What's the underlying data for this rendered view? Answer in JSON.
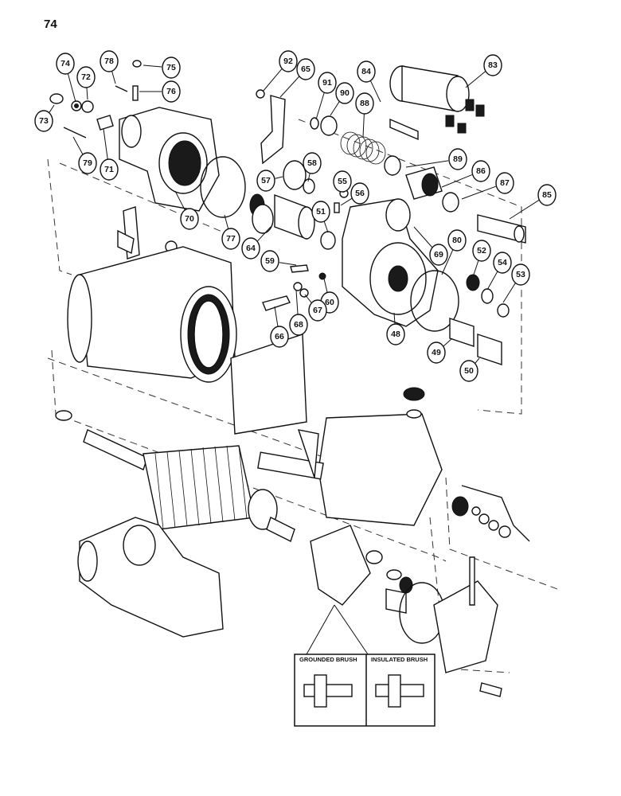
{
  "page_number": "74",
  "callouts": [
    "74",
    "78",
    "75",
    "72",
    "76",
    "73",
    "79",
    "71",
    "70",
    "77",
    "92",
    "65",
    "91",
    "90",
    "88",
    "84",
    "83",
    "89",
    "86",
    "87",
    "85",
    "58",
    "55",
    "56",
    "57",
    "51",
    "64",
    "59",
    "69",
    "80",
    "52",
    "54",
    "53",
    "60",
    "67",
    "68",
    "66",
    "48",
    "49",
    "50"
  ],
  "inset": {
    "left_title": "GROUNDED BRUSH",
    "right_title": "INSULATED BRUSH"
  }
}
